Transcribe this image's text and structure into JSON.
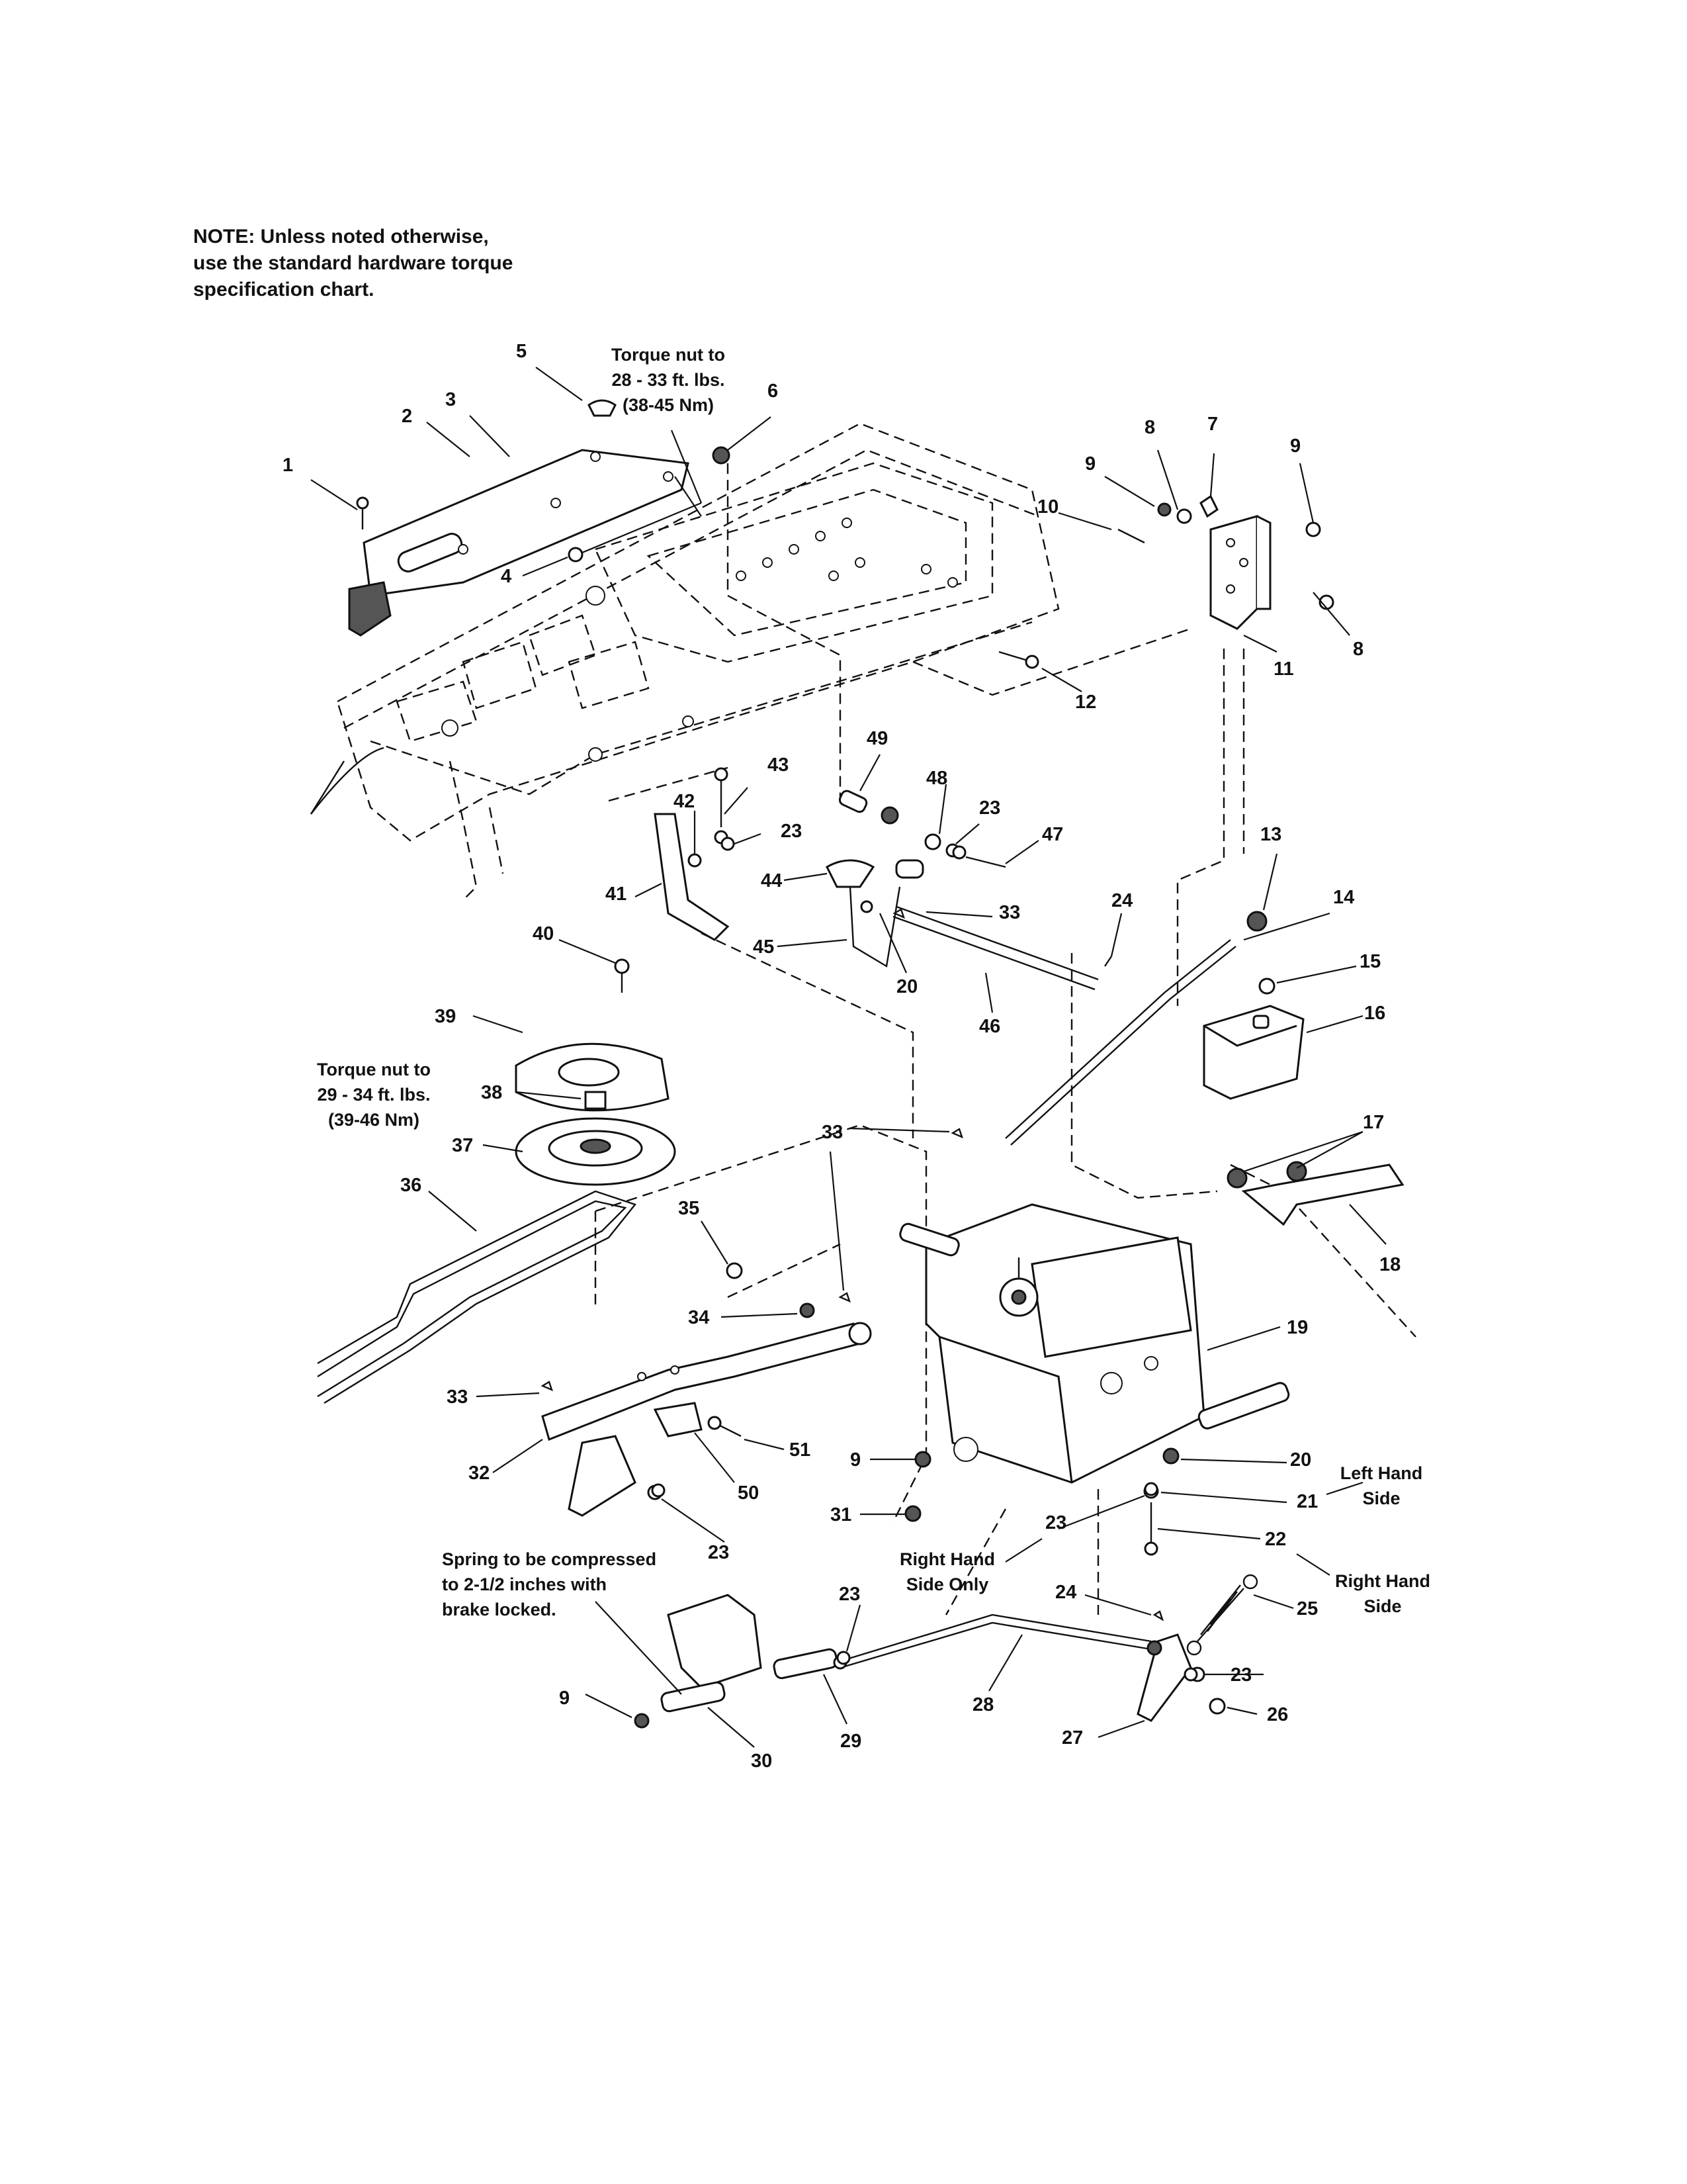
{
  "note": {
    "lines": [
      "NOTE: Unless noted otherwise,",
      "use the standard hardware torque",
      "specification chart."
    ]
  },
  "callouts": {
    "torque_upper": [
      "Torque nut to",
      "28 - 33 ft. lbs.",
      "(38-45 Nm)"
    ],
    "torque_lower": [
      "Torque nut to",
      "29 - 34 ft. lbs.",
      "(39-46 Nm)"
    ],
    "spring": [
      "Spring to be compressed",
      "to 2-1/2 inches with",
      "brake locked."
    ],
    "right_hand_only": [
      "Right Hand",
      "Side Only"
    ],
    "left_hand_side": [
      "Left Hand",
      "Side"
    ],
    "right_hand_side": [
      "Right Hand",
      "Side"
    ]
  },
  "part_labels": [
    "1",
    "2",
    "3",
    "4",
    "5",
    "6",
    "7",
    "8",
    "9",
    "10",
    "11",
    "8",
    "12",
    "9",
    "13",
    "14",
    "15",
    "16",
    "17",
    "18",
    "19",
    "20",
    "21",
    "22",
    "23",
    "24",
    "25",
    "26",
    "27",
    "28",
    "29",
    "30",
    "31",
    "9",
    "32",
    "33",
    "34",
    "35",
    "36",
    "37",
    "38",
    "39",
    "40",
    "41",
    "42",
    "43",
    "23",
    "44",
    "45",
    "46",
    "47",
    "48",
    "49",
    "20",
    "33",
    "33",
    "24",
    "23",
    "23",
    "23",
    "51",
    "50",
    "9",
    "23"
  ]
}
